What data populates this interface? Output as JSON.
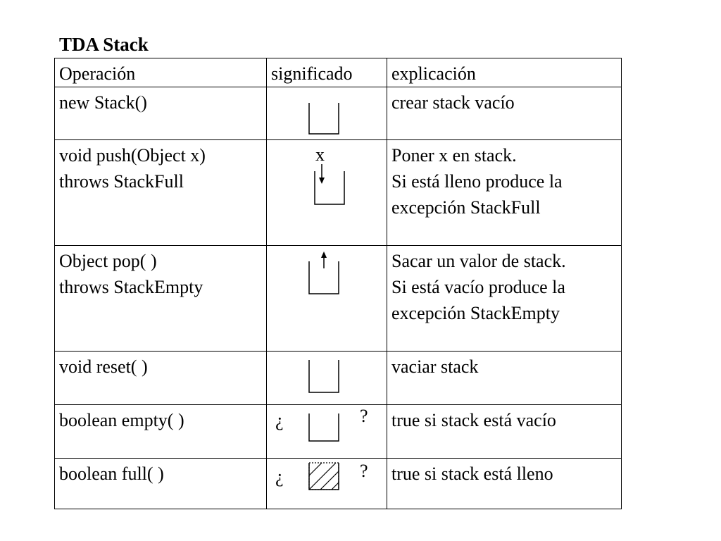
{
  "title": "TDA Stack",
  "headers": {
    "operation": "Operación",
    "meaning": "significado",
    "explanation": "explicación"
  },
  "rows": [
    {
      "operation": [
        "new Stack()"
      ],
      "meaning_icon": "empty-stack-icon",
      "explanation": [
        "crear stack vacío"
      ]
    },
    {
      "operation": [
        "void push(Object x)",
        "throws StackFull"
      ],
      "meaning_icon": "push-arrow-into-stack-icon",
      "meaning_label": "x",
      "explanation": [
        "Poner x en stack.",
        "Si está lleno produce la",
        "excepción StackFull"
      ]
    },
    {
      "operation": [
        "Object pop( )",
        "throws StackEmpty"
      ],
      "meaning_icon": "pop-arrow-out-of-stack-icon",
      "explanation": [
        "Sacar un valor de stack.",
        "Si está vacío produce la",
        "excepción StackEmpty"
      ]
    },
    {
      "operation": [
        "void reset( )"
      ],
      "meaning_icon": "empty-stack-icon",
      "explanation": [
        "vaciar stack"
      ]
    },
    {
      "operation": [
        "boolean empty( )"
      ],
      "meaning_icon": "empty-stack-question-icon",
      "meaning_open": "¿",
      "meaning_close": "?",
      "explanation": [
        "true si stack está vacío"
      ]
    },
    {
      "operation": [
        "boolean full( )"
      ],
      "meaning_icon": "full-stack-question-icon",
      "meaning_open": "¿",
      "meaning_close": "?",
      "explanation": [
        "true si stack está lleno"
      ]
    }
  ]
}
